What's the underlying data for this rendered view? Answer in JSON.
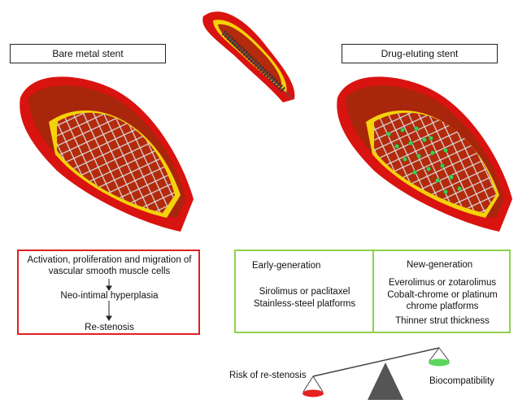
{
  "labels": {
    "bare_metal": "Bare metal stent",
    "drug_eluting": "Drug-eluting stent"
  },
  "bare_metal_panel": {
    "line1": "Activation, proliferation and migration of vascular smooth muscle cells",
    "line2": "Neo-intimal hyperplasia",
    "line3": "Re-stenosis"
  },
  "drug_eluting_panel": {
    "early": {
      "heading": "Early-generation",
      "line1": "Sirolimus or paclitaxel",
      "line2": "Stainless-steel platforms"
    },
    "new": {
      "heading": "New-generation",
      "line1": "Everolimus or zotarolimus",
      "line2": "Cobalt-chrome or platinum chrome platforms",
      "line3": "Thinner strut thickness"
    }
  },
  "balance": {
    "left_label": "Risk of re-stenosis",
    "right_label": "Biocompatibility"
  },
  "colors": {
    "vessel_outer": "#d9130f",
    "vessel_inner": "#b32a0c",
    "plaque": "#f5d20a",
    "stent_wire": "#d9d9d9",
    "drug_dot": "#3fcf4a",
    "bms_border": "#e02020",
    "des_border": "#8fd14f",
    "left_pan": "#e62020",
    "right_pan": "#5cd65c"
  }
}
